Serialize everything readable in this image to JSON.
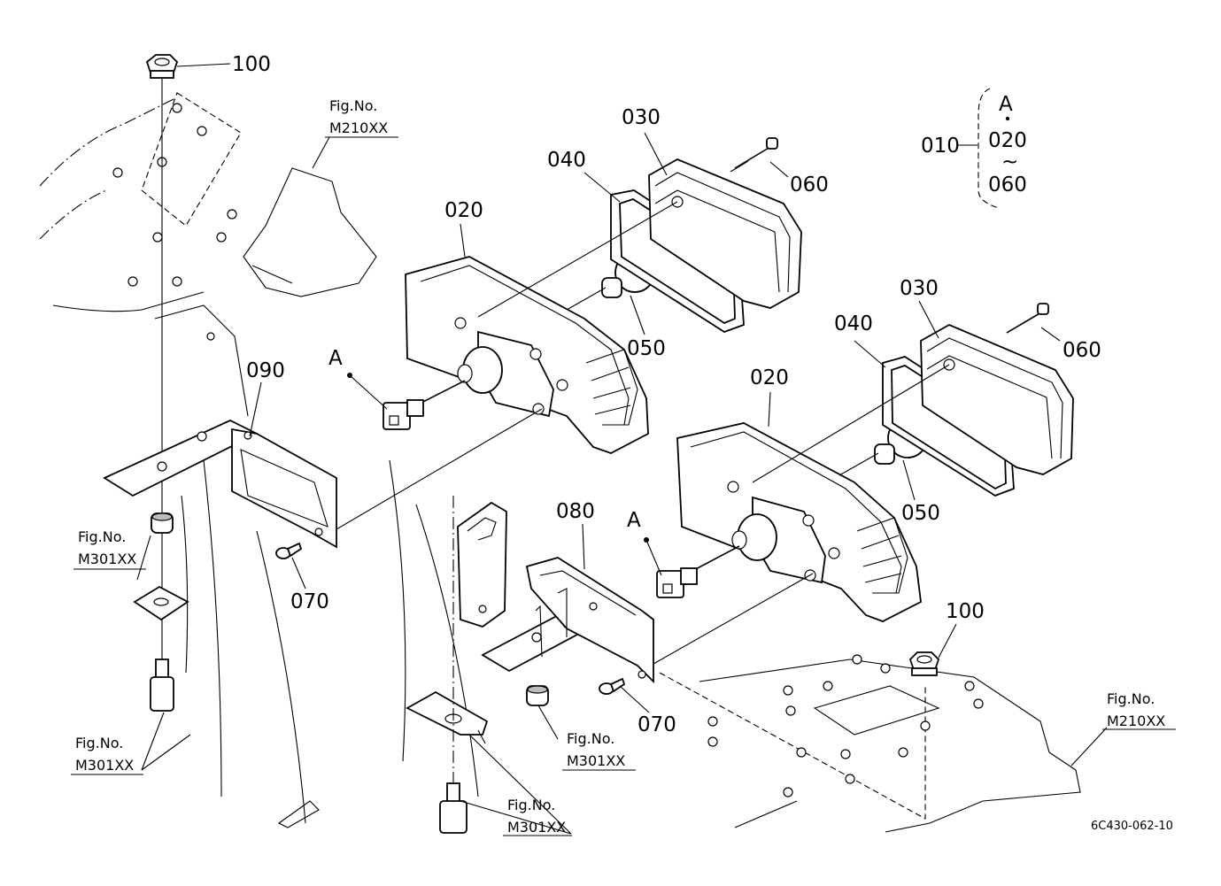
{
  "labels": {
    "p100_top": "100",
    "p100_right": "100",
    "p030_top": "030",
    "p030_right": "030",
    "p040_top": "040",
    "p040_right": "040",
    "p020_top": "020",
    "p020_right": "020",
    "p060_top": "060",
    "p060_right": "060",
    "p050_top": "050",
    "p050_right": "050",
    "p090": "090",
    "p080": "080",
    "p070_left": "070",
    "p070_right": "070",
    "a_left": "A",
    "a_right": "A"
  },
  "legend": {
    "assembly": "010",
    "marker": "A",
    "from": "020",
    "tilde": "~",
    "to": "060"
  },
  "refs": {
    "m210_top": {
      "fig": "Fig.No.",
      "code": "M210XX"
    },
    "m210_right": {
      "fig": "Fig.No.",
      "code": "M210XX"
    },
    "m301_left": {
      "fig": "Fig.No.",
      "code": "M301XX"
    },
    "m301_bottom_left": {
      "fig": "Fig.No.",
      "code": "M301XX"
    },
    "m301_center": {
      "fig": "Fig.No.",
      "code": "M301XX"
    },
    "m301_bottom_center": {
      "fig": "Fig.No.",
      "code": "M301XX"
    }
  },
  "drawing_code": "6C430-062-10"
}
